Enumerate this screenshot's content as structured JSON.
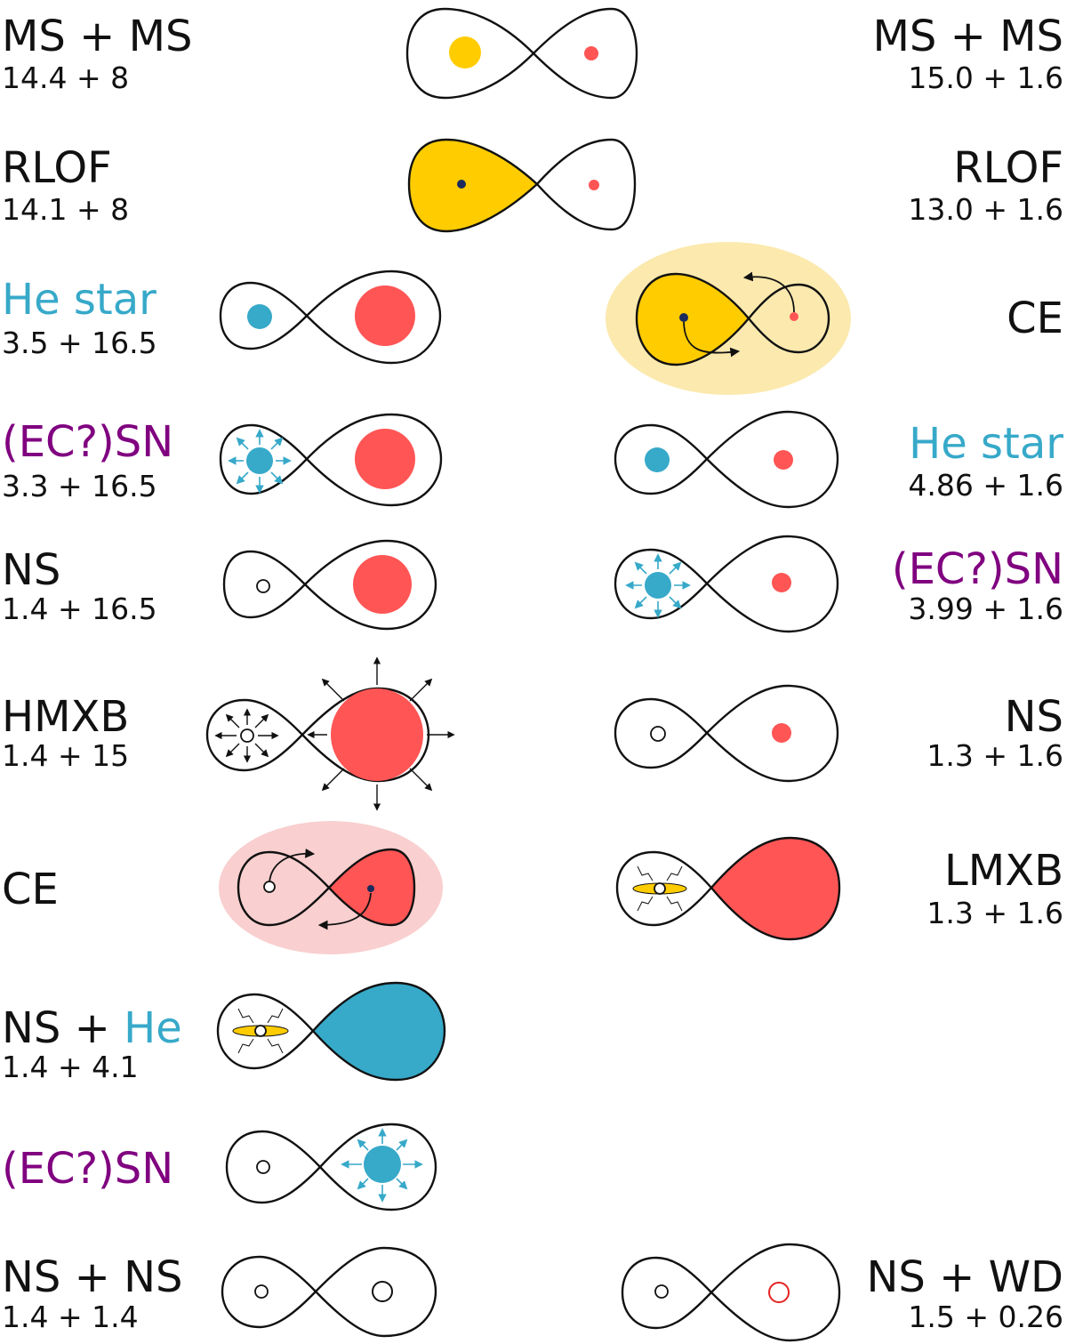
{
  "colors": {
    "ms_primary": "#FFCC00",
    "ms_secondary": "#FF5555",
    "he_star": "#37A9C9",
    "supernova": "#800080",
    "outline": "#111111",
    "ce_glow_yellow": "#FBE9AE",
    "ce_glow_red": "#F9CFCF",
    "core": "#1C2A5C",
    "white_dwarf": "#E52222"
  },
  "left_track": [
    {
      "label": "MS + MS",
      "masses": "14.4 + 8"
    },
    {
      "label": "RLOF",
      "masses": "14.1 + 8"
    },
    {
      "label": "He star",
      "masses": "3.5 + 16.5"
    },
    {
      "label": "(EC?)SN",
      "masses": "3.3 + 16.5"
    },
    {
      "label": "NS",
      "masses": "1.4 + 16.5"
    },
    {
      "label": "HMXB",
      "masses": "1.4 + 15"
    },
    {
      "label": "CE",
      "masses": ""
    },
    {
      "label_part1": "NS + ",
      "label_part2": "He",
      "masses": "1.4 + 4.1"
    },
    {
      "label": "(EC?)SN",
      "masses": ""
    },
    {
      "label": "NS + NS",
      "masses": "1.4 + 1.4"
    }
  ],
  "right_track": [
    {
      "label": "MS + MS",
      "masses": "15.0 + 1.6"
    },
    {
      "label": "RLOF",
      "masses": "13.0 + 1.6"
    },
    {
      "label": "CE",
      "masses": ""
    },
    {
      "label": "He star",
      "masses": "4.86 + 1.6"
    },
    {
      "label": "(EC?)SN",
      "masses": "3.99 + 1.6"
    },
    {
      "label": "NS",
      "masses": "1.3 + 1.6"
    },
    {
      "label": "LMXB",
      "masses": "1.3 + 1.6"
    },
    {
      "label": "NS + WD",
      "masses": "1.5 + 0.26"
    }
  ]
}
